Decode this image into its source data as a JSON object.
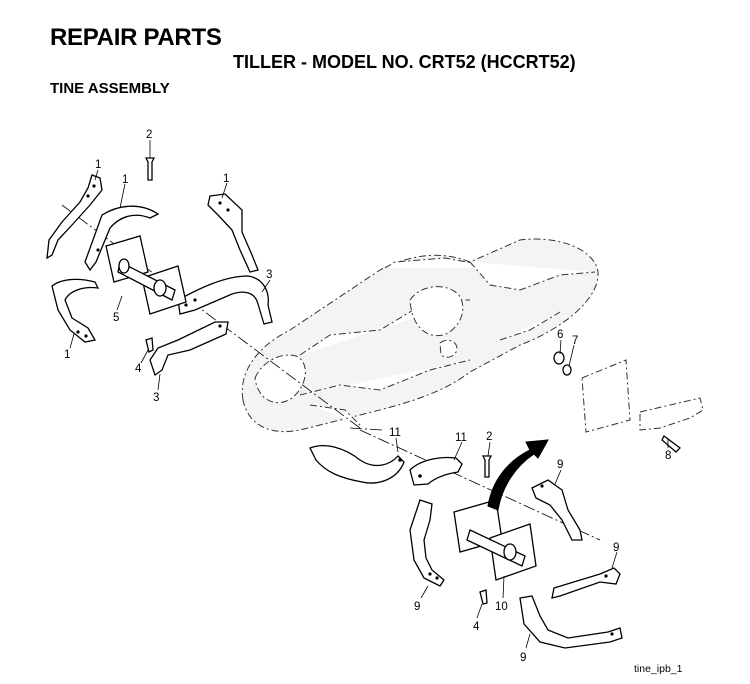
{
  "header": {
    "title": "REPAIR PARTS",
    "subtitle": "TILLER - MODEL NO. CRT52 (HCCRT52)",
    "section": "TINE ASSEMBLY"
  },
  "figure_id": "tine_ipb_1",
  "callouts": {
    "c2a": "2",
    "c1a": "1",
    "c1b": "1",
    "c1c": "1",
    "c1d": "1",
    "c3a": "3",
    "c3b": "3",
    "c5": "5",
    "c4a": "4",
    "c6": "6",
    "c7": "7",
    "c8": "8",
    "c11a": "11",
    "c11b": "11",
    "c2b": "2",
    "c9a": "9",
    "c9b": "9",
    "c9c": "9",
    "c9d": "9",
    "c10": "10",
    "c4b": "4"
  }
}
